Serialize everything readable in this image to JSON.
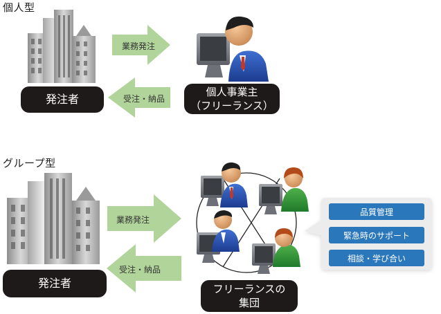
{
  "sections": {
    "individual": {
      "title": "個人型",
      "client_label": "発注者",
      "contractor_label": "個人事業主\n（フリーランス）",
      "arrow_order": "業務発注",
      "arrow_delivery": "受注・納品"
    },
    "group": {
      "title": "グループ型",
      "client_label": "発注者",
      "contractor_label": "フリーランスの\n集団",
      "arrow_order": "業務発注",
      "arrow_delivery": "受注・納品",
      "features": [
        "品質管理",
        "緊急時のサポート",
        "相談・学び合い"
      ]
    }
  },
  "colors": {
    "arrow": "#a8cf8f",
    "dark_box": "#1f1a1a",
    "feature_box": "#2a77bb",
    "bubble": "#ececec"
  }
}
